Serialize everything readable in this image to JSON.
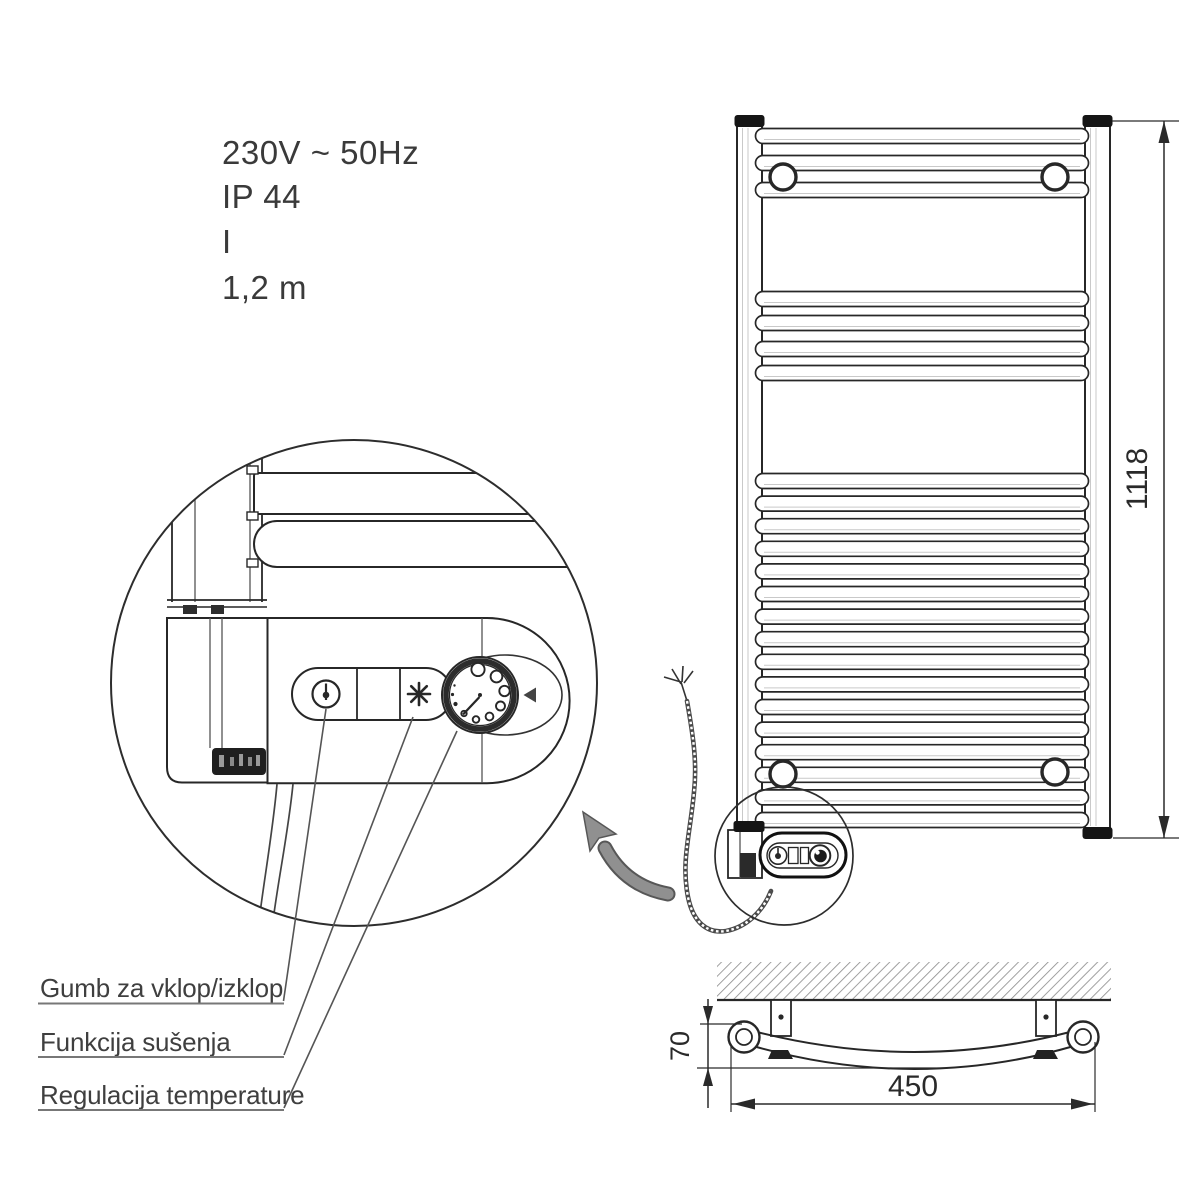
{
  "specs": {
    "line1": "230V ~ 50Hz",
    "line2": "IP 44",
    "line3": "I",
    "line4": "1,2 m"
  },
  "dimensions": {
    "height_mm": "1118",
    "width_mm": "450",
    "depth_mm": "70"
  },
  "callout_labels": {
    "power": "Gumb za vklop/izklop",
    "drying": "Funkcija sušenja",
    "temperature": "Regulacija temperature"
  },
  "icons": {
    "power_button": "power-icon",
    "drying_button": "snowflake-icon",
    "temperature_dial": "dial-icon",
    "dial_marker": "triangle-left-icon",
    "detail_arrow": "curved-arrow-icon",
    "cable": "power-cable"
  },
  "colors": {
    "line": "#272727",
    "text": "#3a3a3a",
    "arrow_fill": "#909090",
    "arrow_edge": "#575757",
    "hatch": "#8f8f8f",
    "cap_fill": "#151515"
  }
}
